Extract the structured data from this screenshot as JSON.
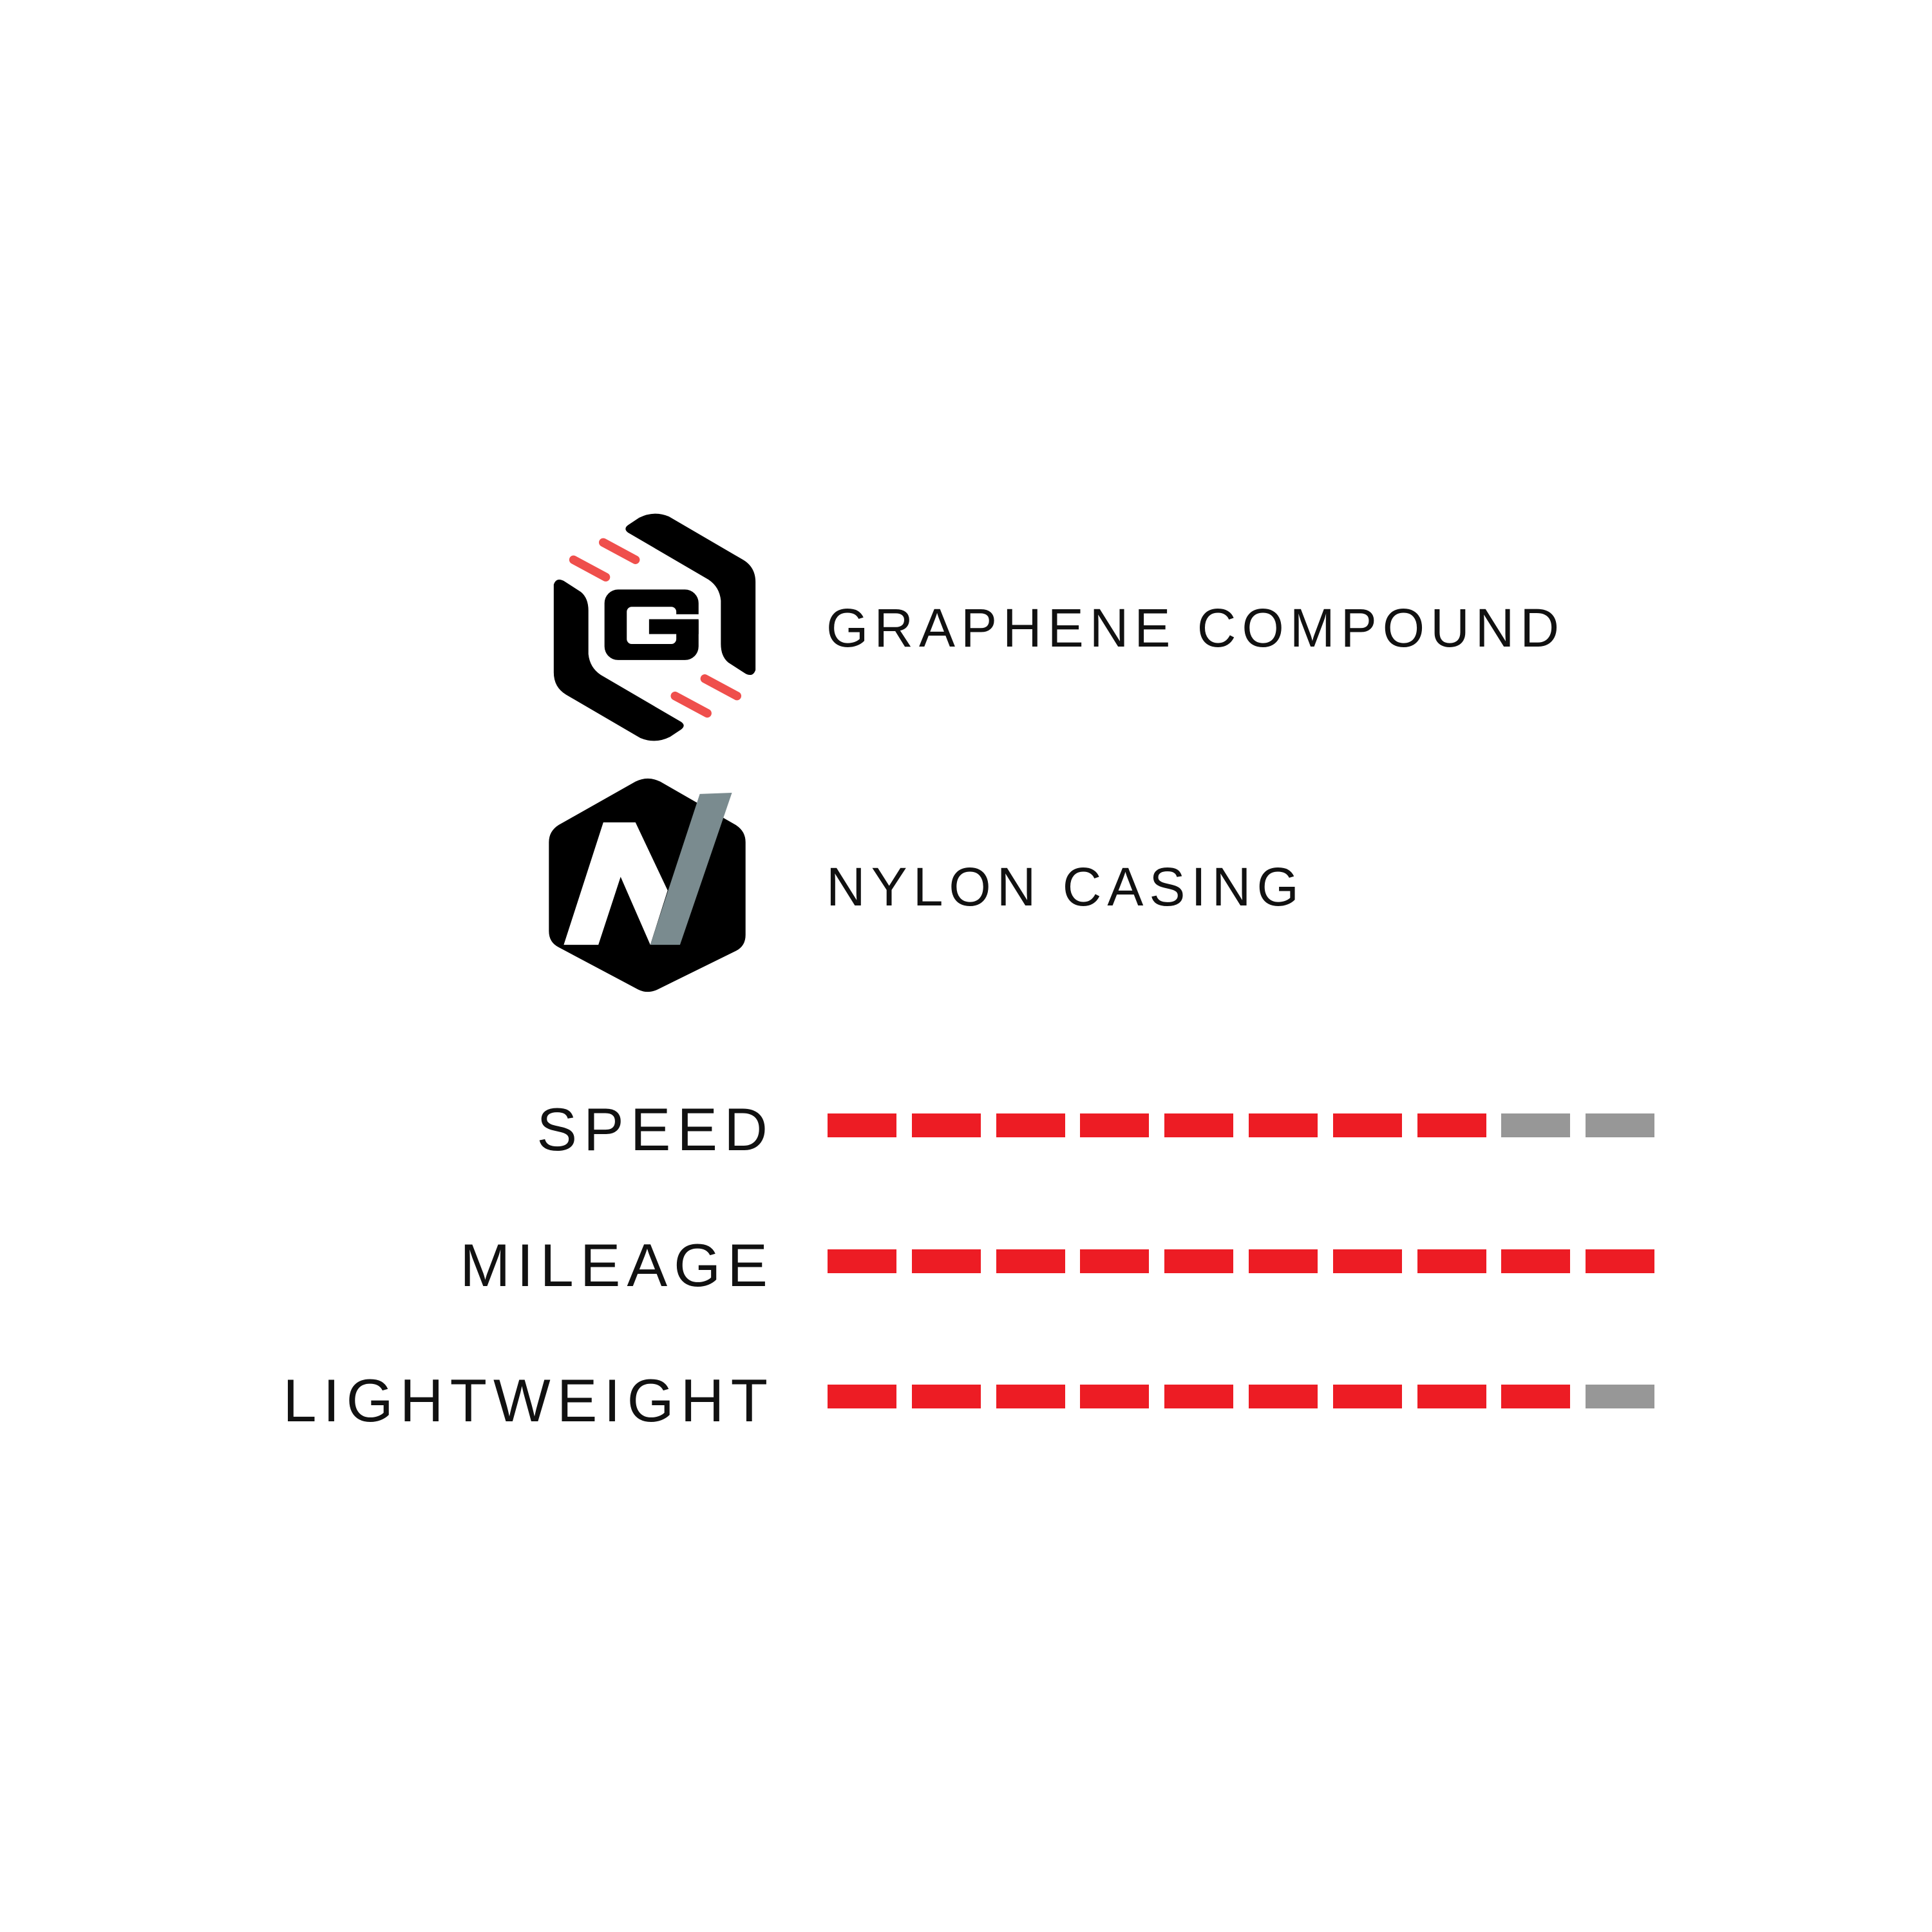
{
  "features": [
    {
      "icon": "graphene-g-icon",
      "label": "GRAPHENE COMPOUND"
    },
    {
      "icon": "nylon-n-icon",
      "label": "NYLON CASING"
    }
  ],
  "ratings": [
    {
      "label": "SPEED",
      "value": 8,
      "max": 10
    },
    {
      "label": "MILEAGE",
      "value": 10,
      "max": 10
    },
    {
      "label": "LIGHTWEIGHT",
      "value": 9,
      "max": 10
    }
  ],
  "colors": {
    "filled": "#ed1c24",
    "empty": "#979797",
    "icon_black": "#000000",
    "graphene_stripe": "#ef4f4c",
    "nylon_slash": "#7a8b8f"
  }
}
